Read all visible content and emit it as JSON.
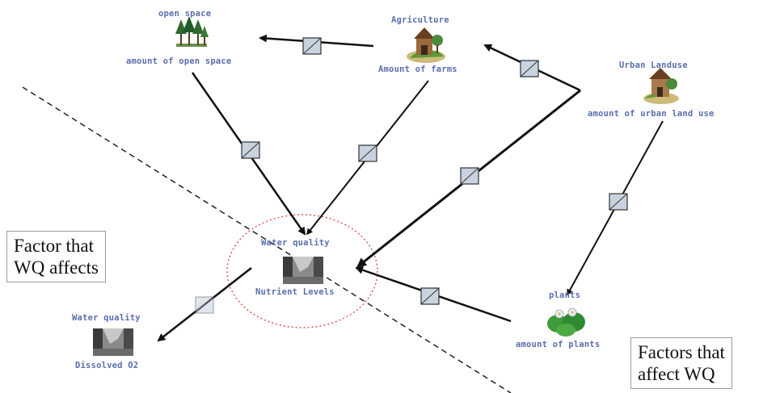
{
  "nodes": {
    "open_space": {
      "name": "open space",
      "quantity": "amount of open space",
      "icon": "trees-icon"
    },
    "agriculture": {
      "name": "Agriculture",
      "quantity": "Amount of farms",
      "icon": "farm-barn-icon"
    },
    "urban": {
      "name": "Urban Landuse",
      "quantity": "amount of urban land use",
      "icon": "urban-building-icon"
    },
    "wq_nutrient": {
      "name": "Water quality",
      "quantity": "Nutrient Levels",
      "icon": "water-photo-icon"
    },
    "wq_do": {
      "name": "Water quality",
      "quantity": "Dissolved O2",
      "icon": "water-photo-icon"
    },
    "plants": {
      "name": "plants",
      "quantity": "amount of plants",
      "icon": "plant-leaves-icon"
    }
  },
  "callouts": {
    "left": {
      "line1": "Factor that",
      "line2": "WQ affects"
    },
    "right": {
      "line1": "Factors that",
      "line2": "affect WQ"
    }
  },
  "colors": {
    "label": "#5a6fae",
    "connector_box": "#c9d3df",
    "highlight_circle": "#d9534f",
    "arrow": "#111111"
  }
}
